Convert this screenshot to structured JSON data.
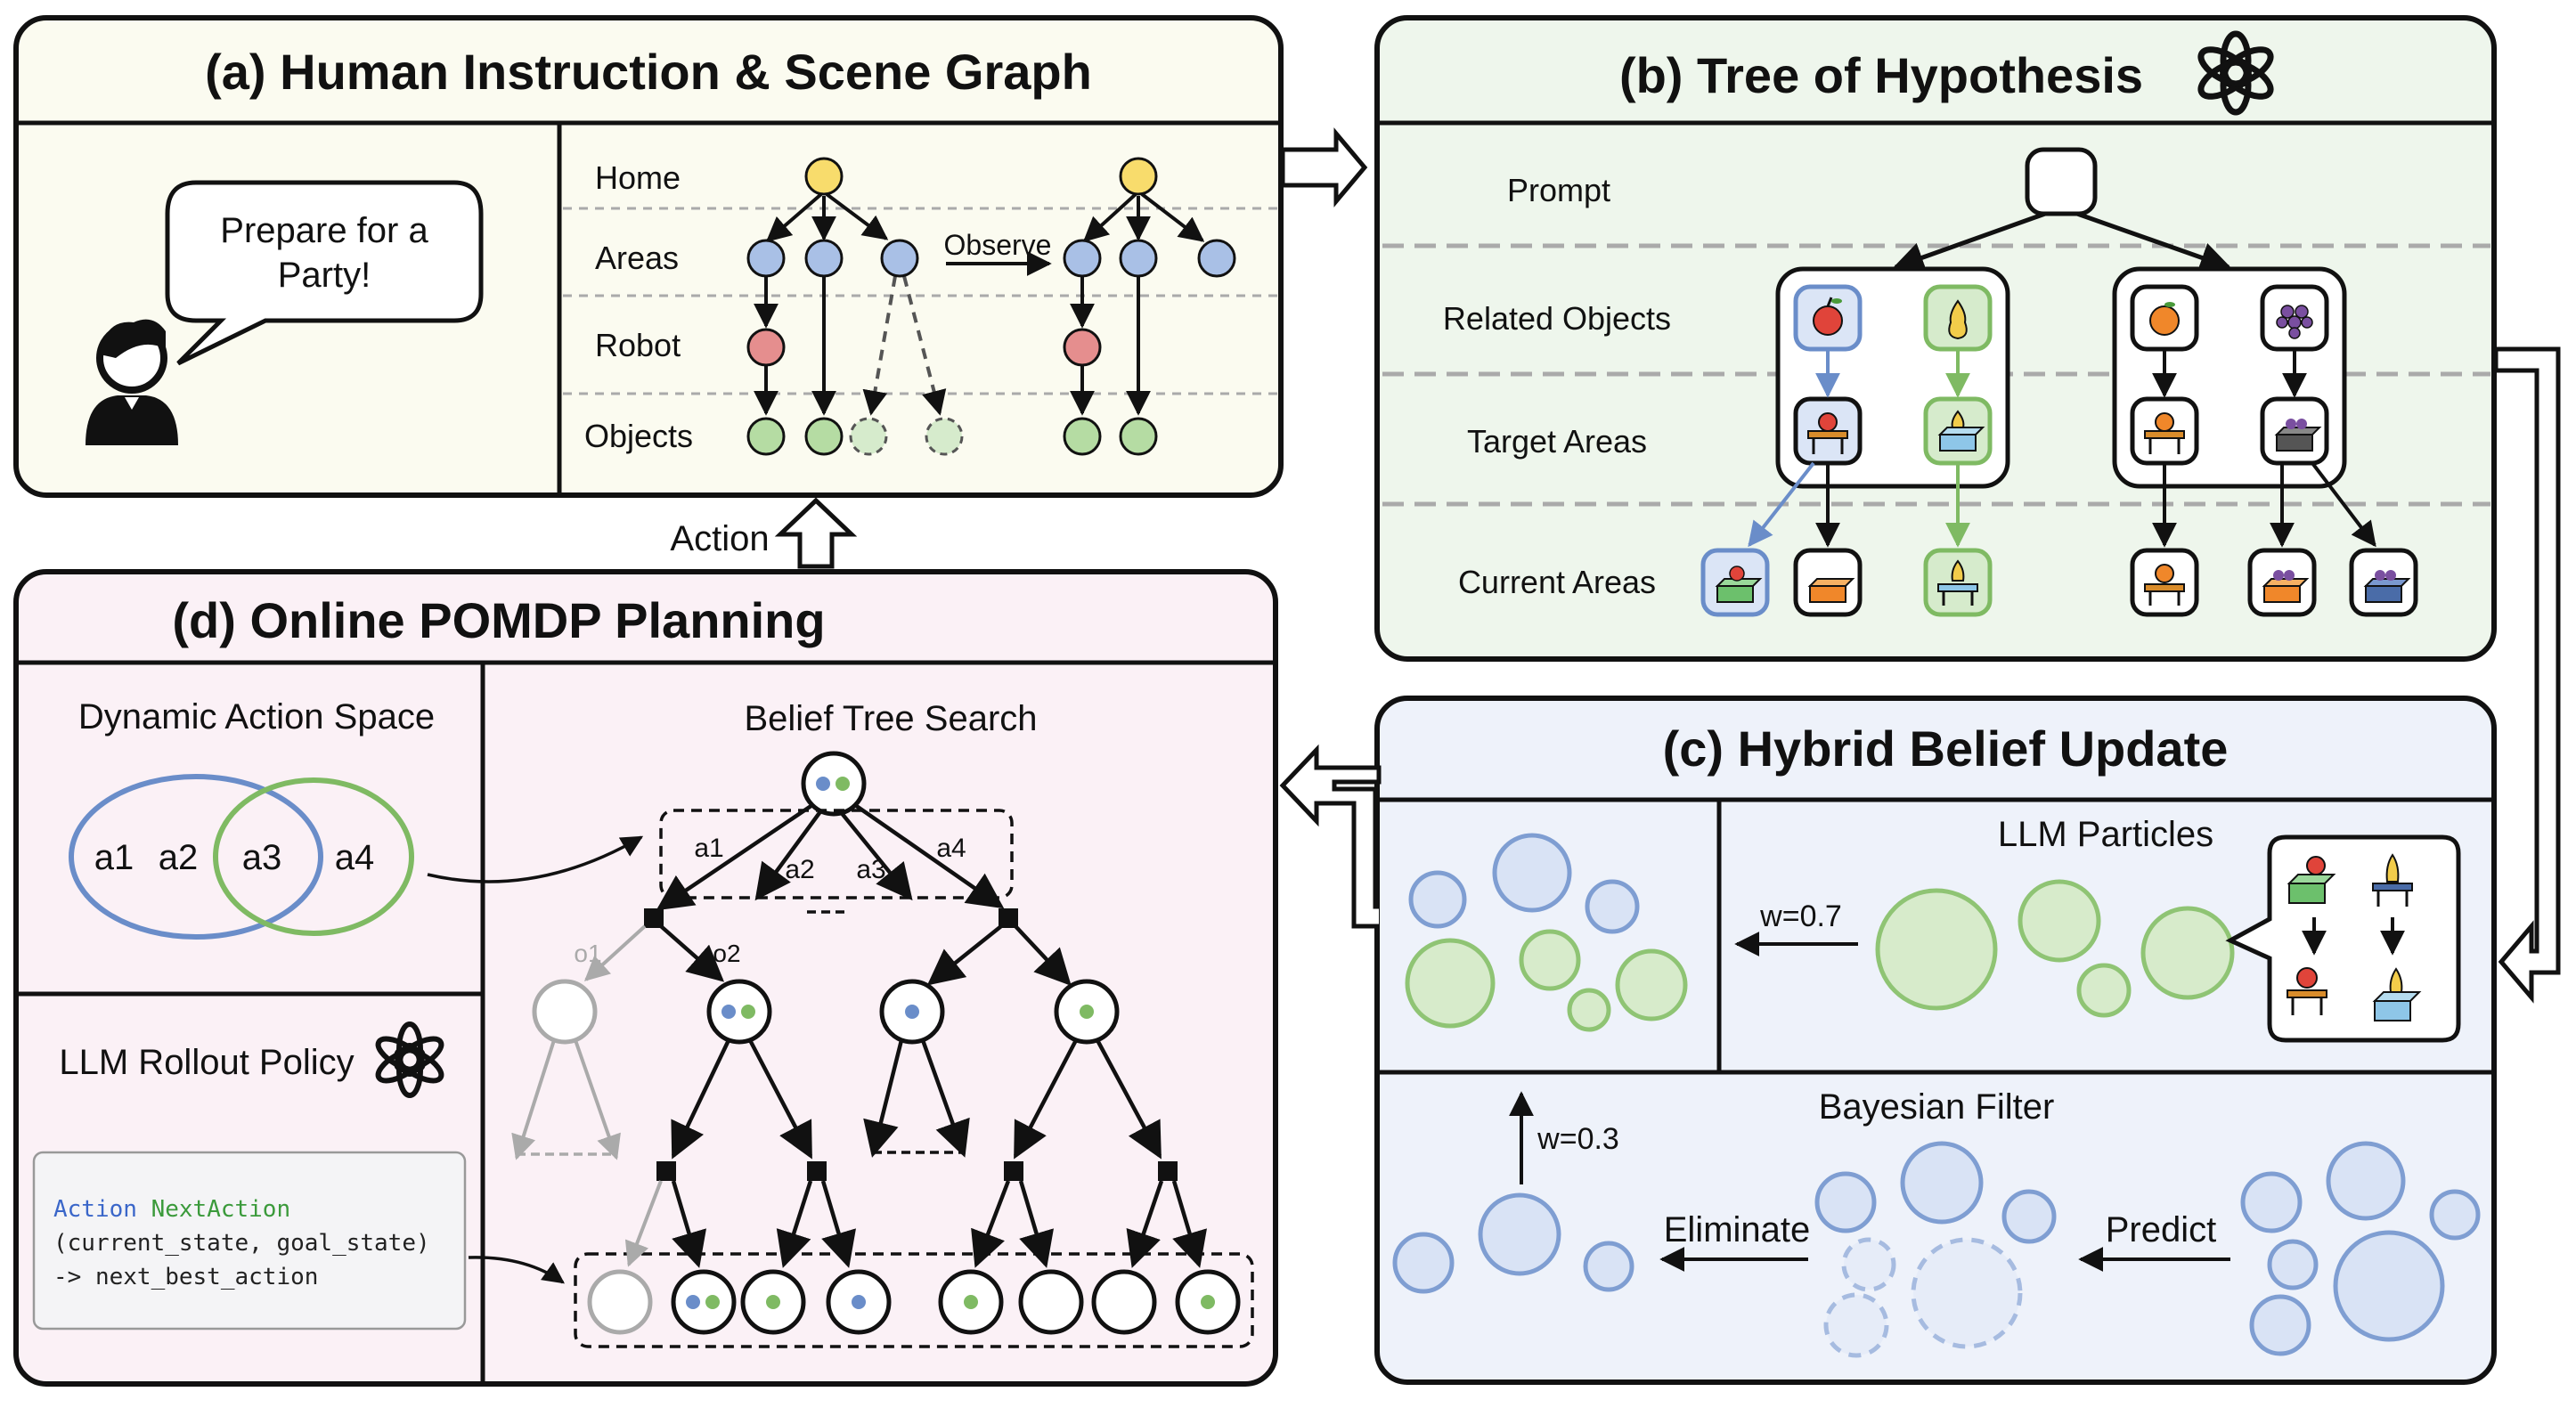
{
  "panel_a": {
    "title": "(a) Human Instruction & Scene Graph",
    "speech": [
      "Prepare for a",
      "Party!"
    ],
    "row_labels": {
      "home": "Home",
      "areas": "Areas",
      "robot": "Robot",
      "objects": "Objects"
    },
    "observe_label": "Observe",
    "icons": [
      "person-icon",
      "speech-bubble"
    ]
  },
  "panel_b": {
    "title": "(b) Tree of Hypothesis",
    "row_labels": {
      "prompt": "Prompt",
      "related": "Related Objects",
      "target": "Target Areas",
      "current": "Current Areas"
    },
    "icons": [
      "openai-logo-icon",
      "apple-icon",
      "pear-icon",
      "orange-icon",
      "grapes-icon",
      "table-icon",
      "box-icon"
    ]
  },
  "panel_c": {
    "title": "(c) Hybrid Belief Update",
    "llm_particles_label": "LLM Particles",
    "weight_llm": "w=0.7",
    "bayesian_filter_label": "Bayesian Filter",
    "weight_bayes": "w=0.3",
    "eliminate_label": "Eliminate",
    "predict_label": "Predict"
  },
  "panel_d": {
    "title": "(d) Online POMDP Planning",
    "action_space_title": "Dynamic Action Space",
    "venn_labels": [
      "a1",
      "a2",
      "a3",
      "a4"
    ],
    "rollout_title": "LLM Rollout Policy",
    "code_type": "Action",
    "code_func": "NextAction",
    "code_line2": "(current_state, goal_state)",
    "code_line3": "-> next_best_action",
    "tree_title": "Belief Tree Search",
    "edge_labels": [
      "a1",
      "a2",
      "a3",
      "a4"
    ],
    "obs_labels": [
      "o1",
      "o2"
    ]
  },
  "action_label": "Action",
  "colors": {
    "panel_a_bg": "#fbfbf0",
    "panel_b_bg": "#eef6ec",
    "panel_c_bg": "#eef2fa",
    "panel_d_bg": "#fbf1f6",
    "yellow_node": "#f8dc6c",
    "blue_node": "#a9c0e6",
    "red_node": "#e58e8e",
    "green_node": "#b5dca3",
    "blue_stroke": "#6a8dc9",
    "green_stroke": "#7fba63",
    "grey": "#a8a8a8"
  }
}
